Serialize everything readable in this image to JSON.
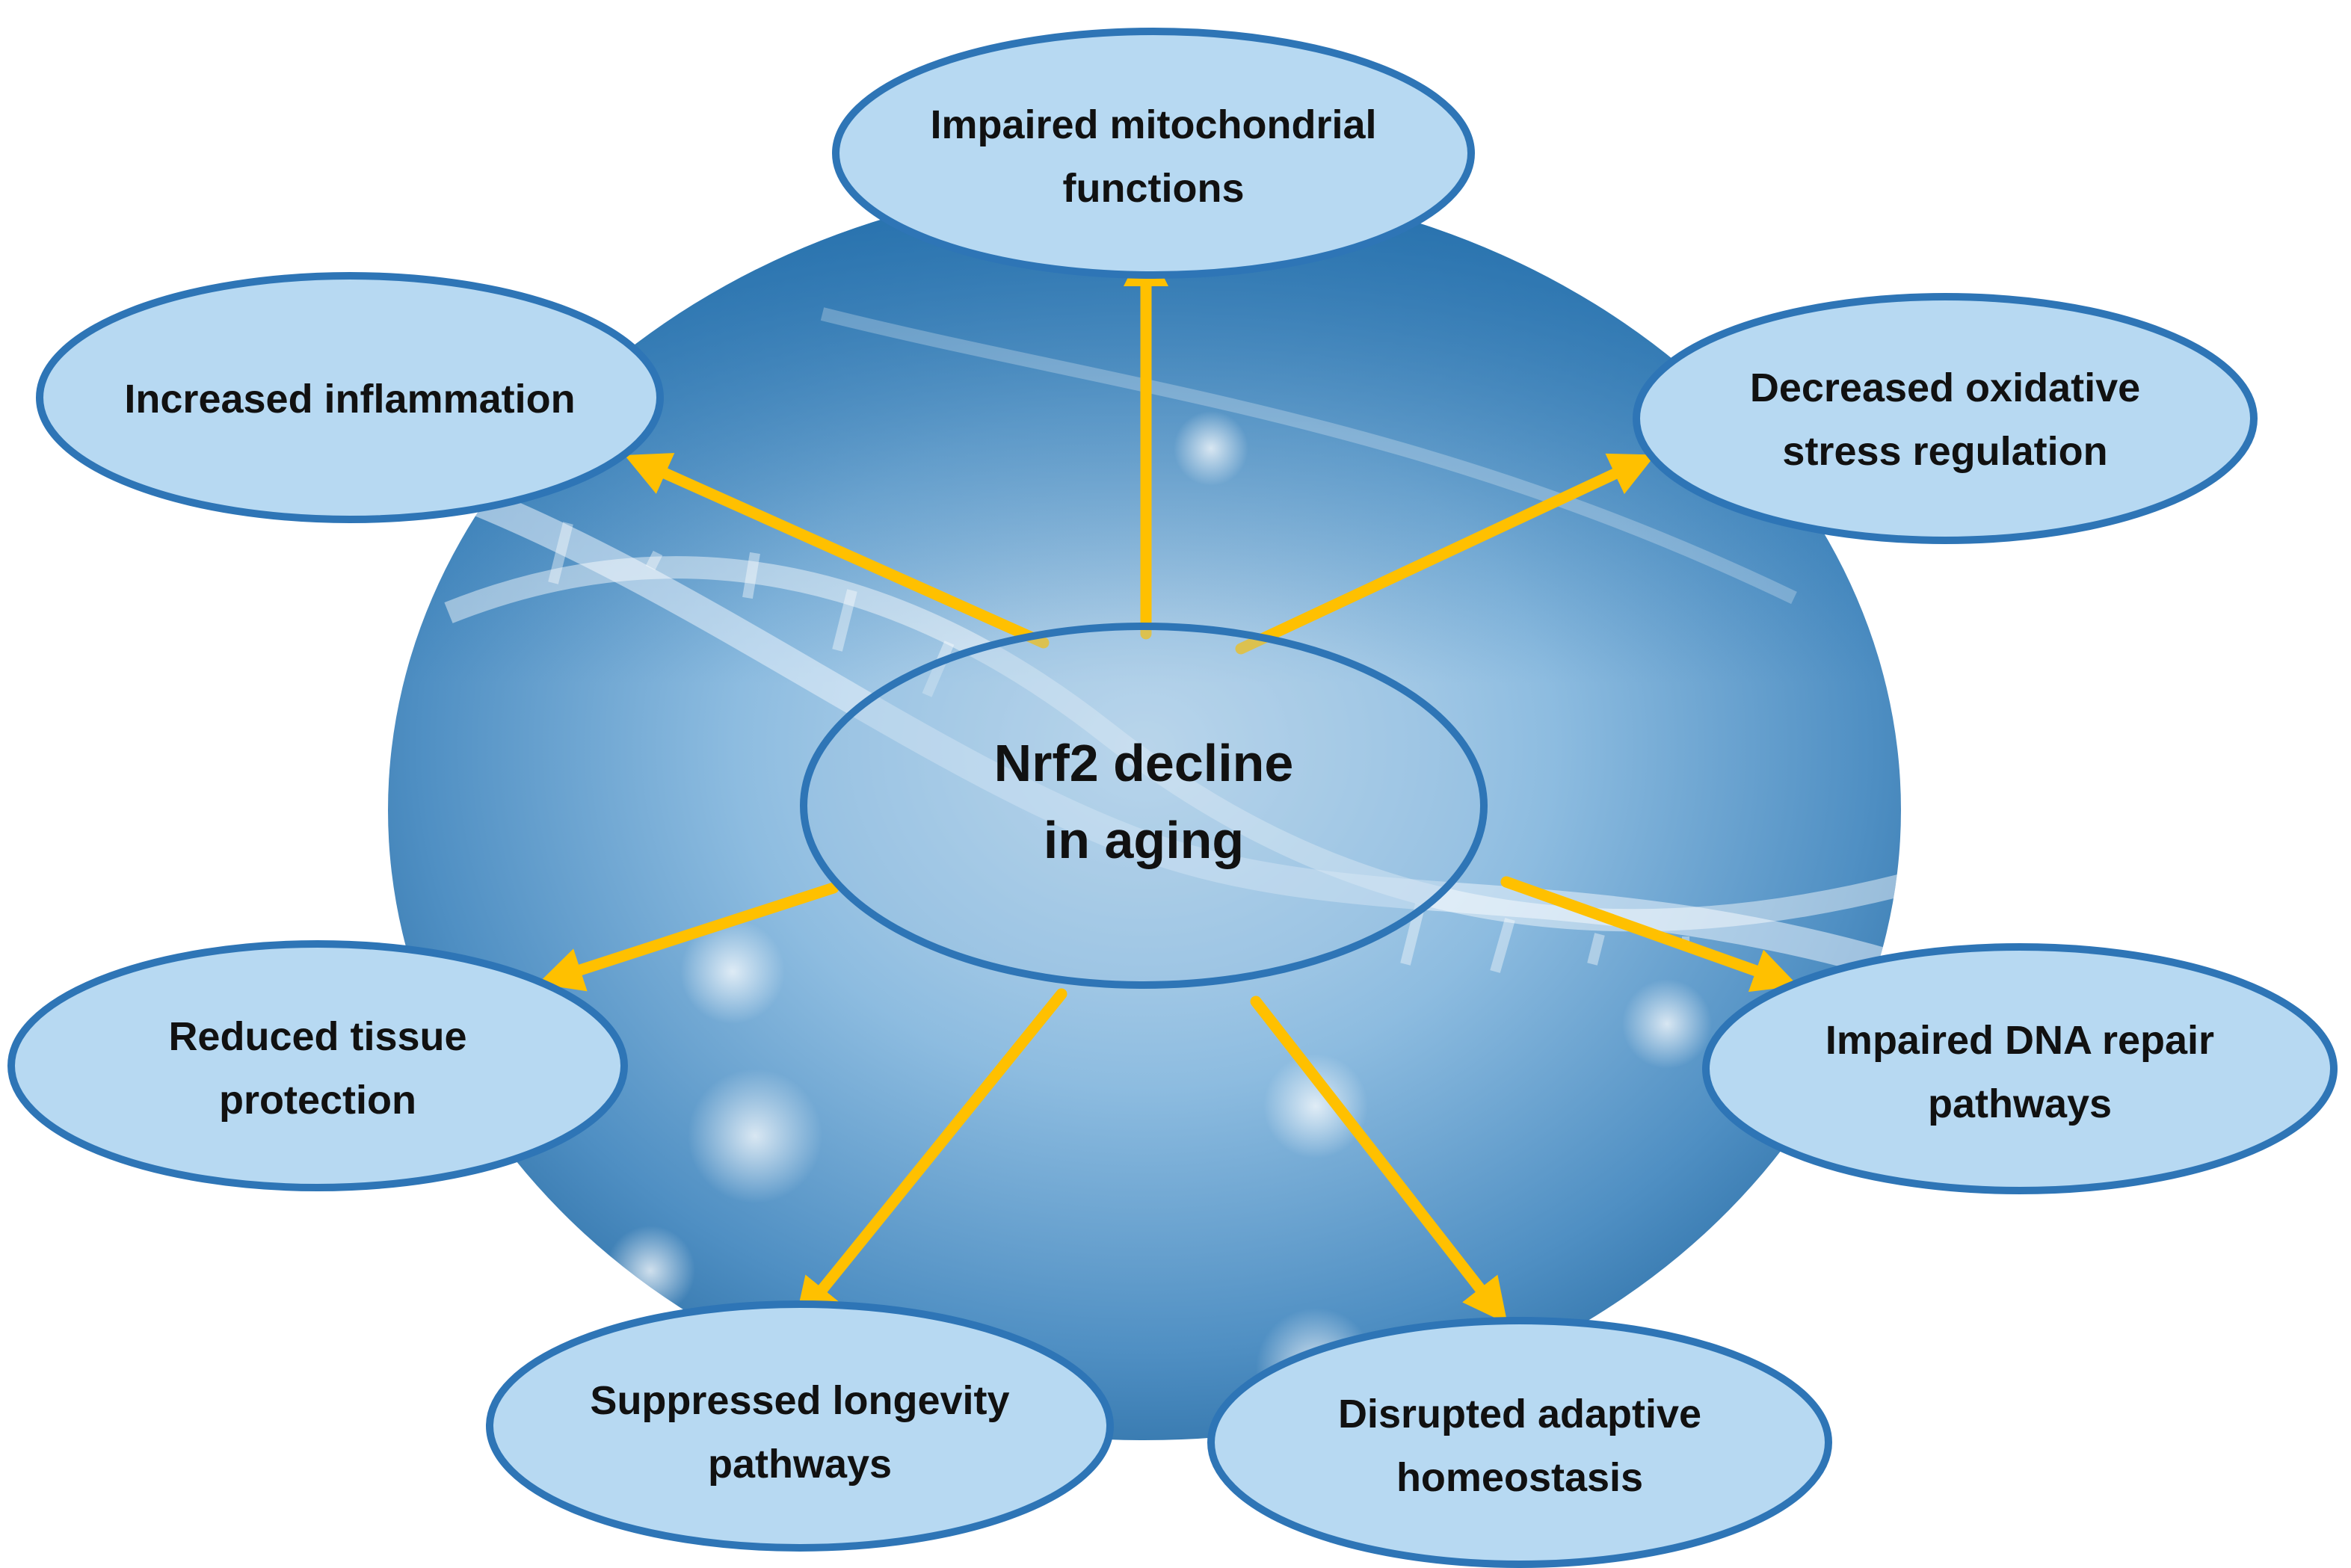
{
  "center": {
    "line1": "Nrf2 decline",
    "line2": "in aging"
  },
  "nodes": {
    "mitochondrial": {
      "line1": "Impaired mitochondrial",
      "line2": "functions"
    },
    "inflammation": {
      "line1": "Increased inflammation"
    },
    "oxidative": {
      "line1": "Decreased oxidative",
      "line2": "stress regulation"
    },
    "tissue": {
      "line1": "Reduced tissue",
      "line2": "protection"
    },
    "dna": {
      "line1": "Impaired DNA repair",
      "line2": "pathways"
    },
    "longevity": {
      "line1": "Suppressed longevity",
      "line2": "pathways"
    },
    "homeostasis": {
      "line1": "Disrupted adaptive",
      "line2": "homeostasis"
    }
  },
  "colors": {
    "background_globe": "#5f9cc9",
    "node_fill": "#b7d9f2",
    "node_stroke": "#2e75b6",
    "arrow": "#ffc000",
    "text": "#111111"
  }
}
